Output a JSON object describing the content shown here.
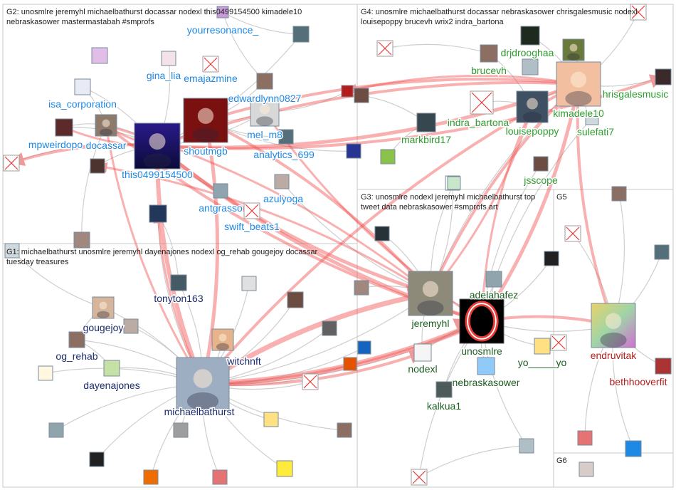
{
  "groups": [
    {
      "id": "G1",
      "label_lines": [
        "G1: michaelbathurst unosmlre jeremyhl dayenajones nodexl og_rehab gougejoy docassar",
        "tuesday treasures"
      ]
    },
    {
      "id": "G2",
      "label_lines": [
        "G2: unosmlre jeremyhl michaelbathurst docassar nodexl this0499154500 kimadele10",
        "nebraskasower mastermastabah #smprofs"
      ]
    },
    {
      "id": "G3",
      "label_lines": [
        "G3: unosmlre nodexl jeremyhl michaelbathurst top",
        "tweet data nebraskasower #smprofs art"
      ]
    },
    {
      "id": "G4",
      "label_lines": [
        "G4: unosmlre michaelbathurst docassar nebraskasower chrisgalesmusic nodexl",
        "louisepoppy brucevh wrix2 indra_bartona"
      ]
    },
    {
      "id": "G5",
      "label_lines": [
        "G5"
      ]
    },
    {
      "id": "G6",
      "label_lines": [
        "G6"
      ]
    }
  ],
  "colors": {
    "G1": "#1a2a6c",
    "G2": "#1e88e5",
    "G3": "#1b5e20",
    "G4": "#2e9c2e",
    "G5": "#b71c1c",
    "edge_gray": "#bdbdbd",
    "edge_red": "#ef5350",
    "box_border": "#c8c8c8",
    "broken_x": "#e53935"
  },
  "labels": {
    "this0499154500": "this0499154500",
    "shoutmgb": "shoutmgb",
    "yourresonance": "yourresonance_",
    "gina_lia": "gina_lia",
    "emajazmine": "emajazmine",
    "edwardlynn0827": "edwardlynn0827",
    "isa_corporation": "isa_corporation",
    "mpweirdopo": "mpweirdopo",
    "docassar": "docassar",
    "mel_m8": "mel_m8",
    "analytics_699": "analytics_699",
    "antgrasso": "antgrasso",
    "azulyoga": "azulyoga",
    "swift_beats1": "swift_beats1",
    "tonyton163": "tonyton163",
    "gougejoy": "gougejoy",
    "og_rehab": "og_rehab",
    "dayenajones": "dayenajones",
    "michaelbathurst": "michaelbathurst",
    "witchnft": "witchnft",
    "drjdrooghaa": "drjdrooghaa",
    "brucevh": "brucevh",
    "indra_bartona": "indra_bartona",
    "louisepoppy": "louisepoppy",
    "kimadele10": "kimadele10",
    "chrisgalesmusic": "hrisgalesmusic",
    "sulefati7": "sulefati7",
    "markbird17": "markbird17",
    "jsscope": "jsscope",
    "jeremyhl": "jeremyhl",
    "adelahafez": "adelahafez",
    "unosmlre": "unosmlre",
    "nodexl": "nodexl",
    "yo_yo": "yo_____yo",
    "nebraskasower": "nebraskasower",
    "kalkua1": "kalkua1",
    "endruvitak": "endruvitak",
    "bethhooverfit": "bethhooverfit"
  }
}
